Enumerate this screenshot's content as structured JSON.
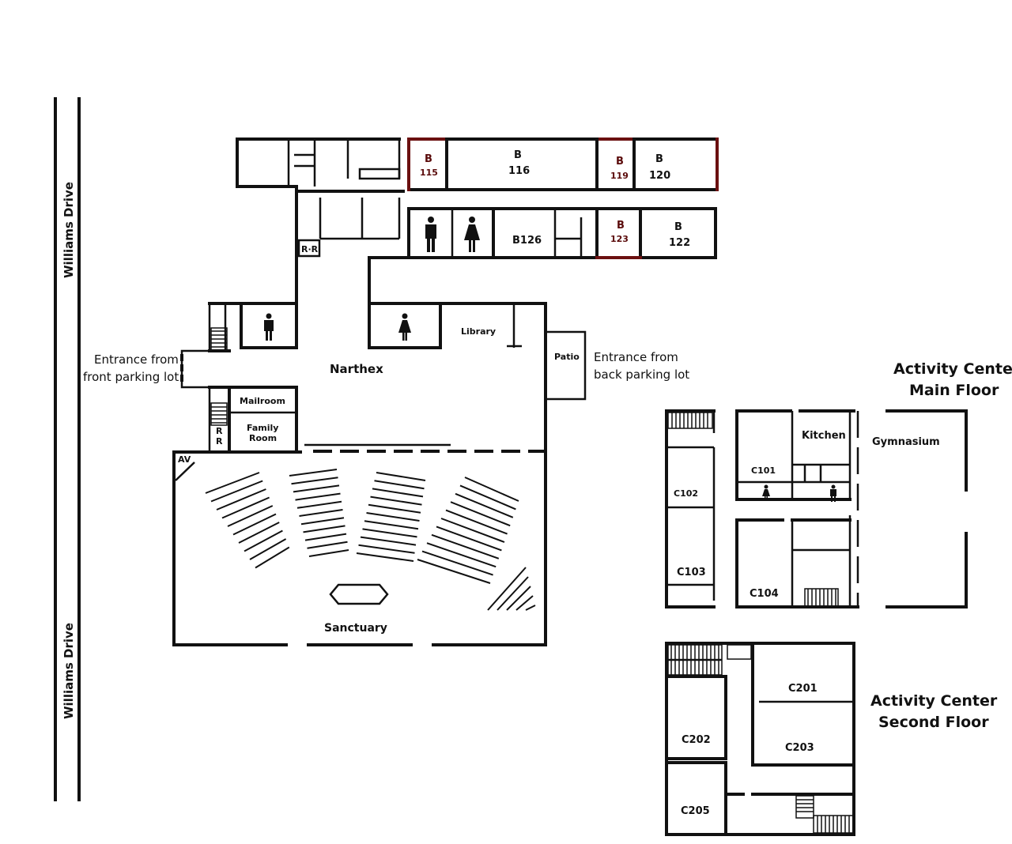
{
  "streets": {
    "left_top": "Williams Drive",
    "left_bottom": "Williams Drive"
  },
  "church_rooms": {
    "b115_a": "B",
    "b115_b": "115",
    "b116_a": "B",
    "b116_b": "116",
    "b119_a": "B",
    "b119_b": "119",
    "b120_a": "B",
    "b120_b": "120",
    "b123_a": "B",
    "b123_b": "123",
    "b122_a": "B",
    "b122_b": "122",
    "b126": "B126",
    "rr_top": "R·R",
    "rr_bottom_a": "R",
    "rr_bottom_b": "R",
    "library": "Library",
    "patio": "Patio",
    "narthex": "Narthex",
    "mailroom": "Mailroom",
    "family_a": "Family",
    "family_b": "Room",
    "av": "AV",
    "sanctuary": "Sanctuary"
  },
  "entrances": {
    "front_a": "Entrance from",
    "front_b": "front parking lot",
    "back_a": "Entrance from",
    "back_b": "back parking lot"
  },
  "activity_main": {
    "title_a": "Activity Center",
    "title_b": "Main Floor",
    "kitchen": "Kitchen",
    "gymnasium": "Gymnasium",
    "c101": "C101",
    "c102": "C102",
    "c103": "C103",
    "c104": "C104"
  },
  "activity_second": {
    "title_a": "Activity Center",
    "title_b": "Second Floor",
    "c201": "C201",
    "c202": "C202",
    "c203": "C203",
    "c205": "C205"
  },
  "icons": [
    "mens-restroom-icon",
    "womens-restroom-icon",
    "stairs-icon"
  ],
  "colors": {
    "walls": "#111111",
    "classroom_accent": "#6b1010",
    "background": "#ffffff"
  }
}
